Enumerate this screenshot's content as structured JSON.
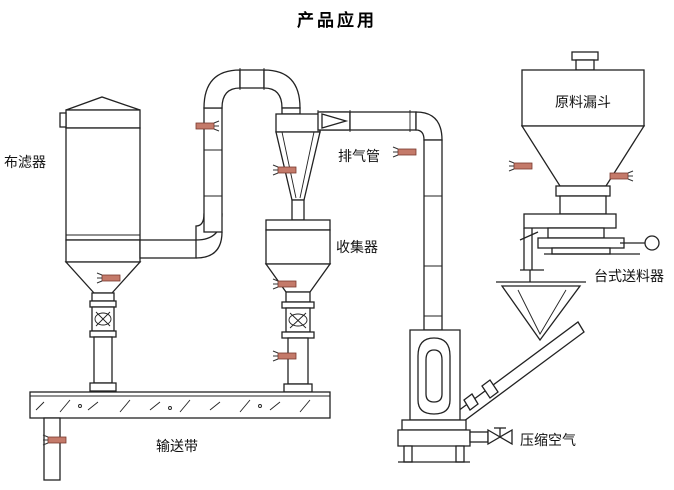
{
  "title": "产品应用",
  "labels": {
    "bag_filter": "布滤器",
    "exhaust_pipe": "排气管",
    "collector": "收集器",
    "raw_hopper": "原料漏斗",
    "table_feeder": "台式送料器",
    "compressed_air": "压缩空气",
    "conveyor": "输送带"
  }
}
